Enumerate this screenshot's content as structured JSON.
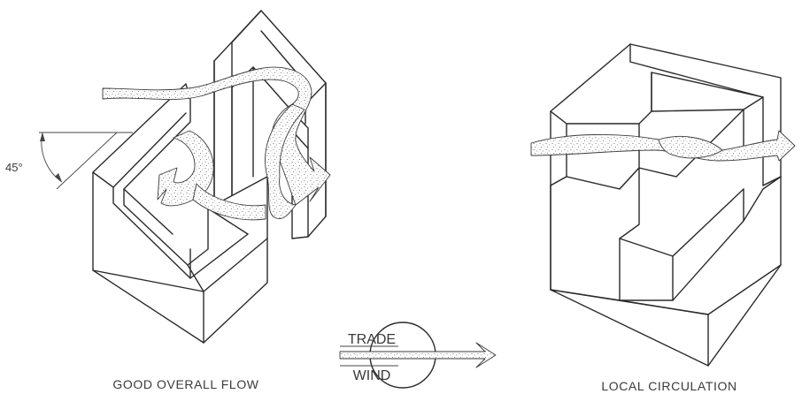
{
  "left_drawing": {
    "caption": "GOOD OVERALL FLOW",
    "angle_label": "45°"
  },
  "right_drawing": {
    "caption": "LOCAL CIRCULATION"
  },
  "wind_legend": {
    "label_top": "TRADE",
    "label_bottom": "WIND"
  }
}
